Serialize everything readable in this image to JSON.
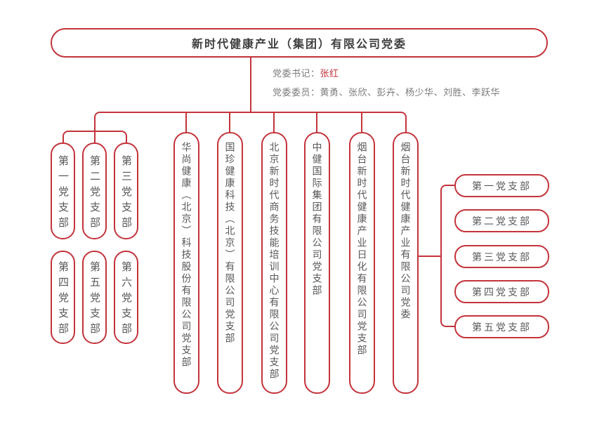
{
  "palette": {
    "line_red": "#C4333B",
    "title_color": "#3E3E3E",
    "node_text_color": "#58585A",
    "info_text_color": "#7B7B7B",
    "secretary_name_red": "#C4333B",
    "background": "#FFFFFF"
  },
  "root_box": {
    "title": "新时代健康产业（集团）有限公司党委"
  },
  "committee_info": {
    "secretary_label": "党委书记：",
    "secretary_name": "张红",
    "members_label": "党委委员：",
    "members_names": "黄勇、张欣、彭卉、杨少华、刘胜、李跃华"
  },
  "left_branches": [
    "第一党支部",
    "第二党支部",
    "第三党支部",
    "第四党支部",
    "第五党支部",
    "第六党支部"
  ],
  "subsidiary_columns": [
    "华尚健康（北京）科技股份有限公司党支部",
    "国珍健康科技（北京）有限公司党支部",
    "北京新时代商务技能培训中心有限公司党支部",
    "中健国际集团有限公司党支部",
    "烟台新时代健康产业日化有限公司党支部",
    "烟台新时代健康产业有限公司党委"
  ],
  "right_branches": [
    "第一党支部",
    "第二党支部",
    "第三党支部",
    "第四党支部",
    "第五党支部"
  ]
}
